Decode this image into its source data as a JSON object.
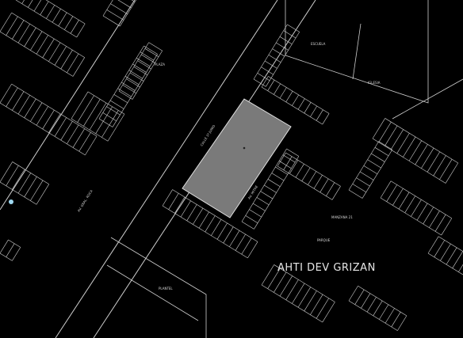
{
  "map": {
    "watermark": "AHTI DEV GRIZAN",
    "street_labels": [
      "AV. GRAL. ROCA",
      "CALLE 1º JUNIO",
      "AV. MITRE"
    ],
    "parcel_labels": [
      "PLANTEL",
      "PLAZA",
      "ESCUELA",
      "IGLESIA",
      "MANZANA 21",
      "PARQUE"
    ],
    "tags": [
      "CALLE",
      "CALLE",
      "CALLE"
    ]
  }
}
